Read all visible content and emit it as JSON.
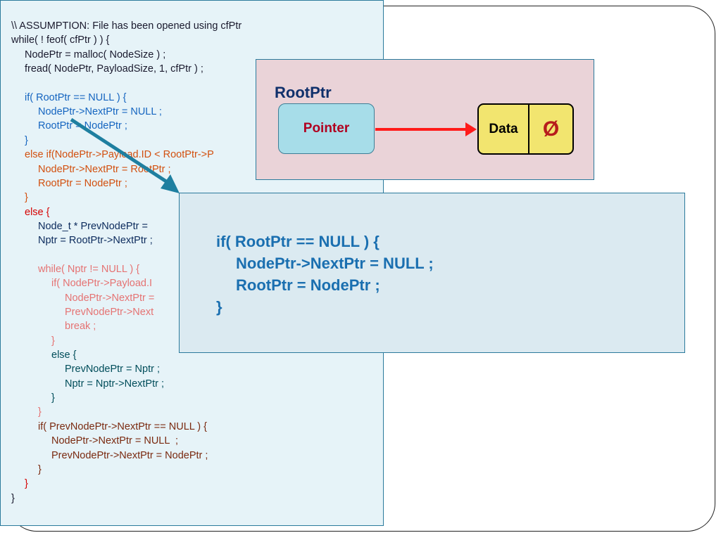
{
  "code_lines": [
    {
      "text": "\\\\ ASSUMPTION: File has been opened using cfPtr",
      "indent": 0,
      "color": "dark"
    },
    {
      "text": "while( ! feof( cfPtr ) ) {",
      "indent": 0,
      "color": "dark"
    },
    {
      "text": "NodePtr = malloc( NodeSize ) ;",
      "indent": 1,
      "color": "dark"
    },
    {
      "text": "fread( NodePtr, PayloadSize, 1, cfPtr ) ;",
      "indent": 1,
      "color": "dark"
    },
    {
      "text": "",
      "indent": 0,
      "color": "dark"
    },
    {
      "text": "if( RootPtr == NULL ) {",
      "indent": 1,
      "color": "blue"
    },
    {
      "text": "NodePtr->NextPtr = NULL ;",
      "indent": 2,
      "color": "blue"
    },
    {
      "text": "RootPtr = NodePtr ;",
      "indent": 2,
      "color": "blue"
    },
    {
      "text": "}",
      "indent": 1,
      "color": "blue"
    },
    {
      "text": "else if(NodePtr->Payload.ID < RootPtr->P",
      "indent": 1,
      "color": "orange"
    },
    {
      "text": "NodePtr->NextPtr = RootPtr ;",
      "indent": 2,
      "color": "orange"
    },
    {
      "text": "RootPtr = NodePtr ;",
      "indent": 2,
      "color": "orange"
    },
    {
      "text": "}",
      "indent": 1,
      "color": "orange"
    },
    {
      "text": "else {",
      "indent": 1,
      "color": "red"
    },
    {
      "text": "Node_t * PrevNodePtr =",
      "indent": 2,
      "color": "navy"
    },
    {
      "text": "Nptr = RootPtr->NextPtr ;",
      "indent": 2,
      "color": "navy"
    },
    {
      "text": "",
      "indent": 0,
      "color": "dark"
    },
    {
      "text": "while( Nptr != NULL ) {",
      "indent": 2,
      "color": "pink"
    },
    {
      "text": "if( NodePtr->Payload.I",
      "indent": 3,
      "color": "pink"
    },
    {
      "text": "NodePtr->NextPtr =",
      "indent": 4,
      "color": "pink"
    },
    {
      "text": "PrevNodePtr->Next",
      "indent": 4,
      "color": "pink"
    },
    {
      "text": "break ;",
      "indent": 4,
      "color": "pink"
    },
    {
      "text": "}",
      "indent": 3,
      "color": "pink"
    },
    {
      "text": "else {",
      "indent": 3,
      "color": "teal"
    },
    {
      "text": "PrevNodePtr = Nptr ;",
      "indent": 4,
      "color": "teal"
    },
    {
      "text": "Nptr = Nptr->NextPtr ;",
      "indent": 4,
      "color": "teal"
    },
    {
      "text": "}",
      "indent": 3,
      "color": "teal"
    },
    {
      "text": "}",
      "indent": 2,
      "color": "pink"
    },
    {
      "text": "if( PrevNodePtr->NextPtr == NULL ) {",
      "indent": 2,
      "color": "brown"
    },
    {
      "text": "NodePtr->NextPtr = NULL  ;",
      "indent": 3,
      "color": "brown"
    },
    {
      "text": "PrevNodePtr->NextPtr = NodePtr ;",
      "indent": 3,
      "color": "brown"
    },
    {
      "text": "}",
      "indent": 2,
      "color": "brown"
    },
    {
      "text": "}",
      "indent": 1,
      "color": "red"
    },
    {
      "text": "}",
      "indent": 0,
      "color": "dark"
    }
  ],
  "diagram": {
    "title": "RootPtr",
    "pointer_label": "Pointer",
    "data_label": "Data",
    "null_symbol": "Ø"
  },
  "zoom": {
    "lines": [
      {
        "text": "if( RootPtr == NULL ) {",
        "indent": 0
      },
      {
        "text": "NodePtr->NextPtr = NULL ;",
        "indent": 1
      },
      {
        "text": "RootPtr = NodePtr ;",
        "indent": 1
      },
      {
        "text": "}",
        "indent": 0
      }
    ]
  },
  "colors": {
    "code_bg": "#e6f3f8",
    "diagram_bg": "#ead3d8",
    "zoom_bg": "#dbeaf1",
    "arrow": "#ff1a1a",
    "callout_arrow": "#1e7fa0"
  }
}
